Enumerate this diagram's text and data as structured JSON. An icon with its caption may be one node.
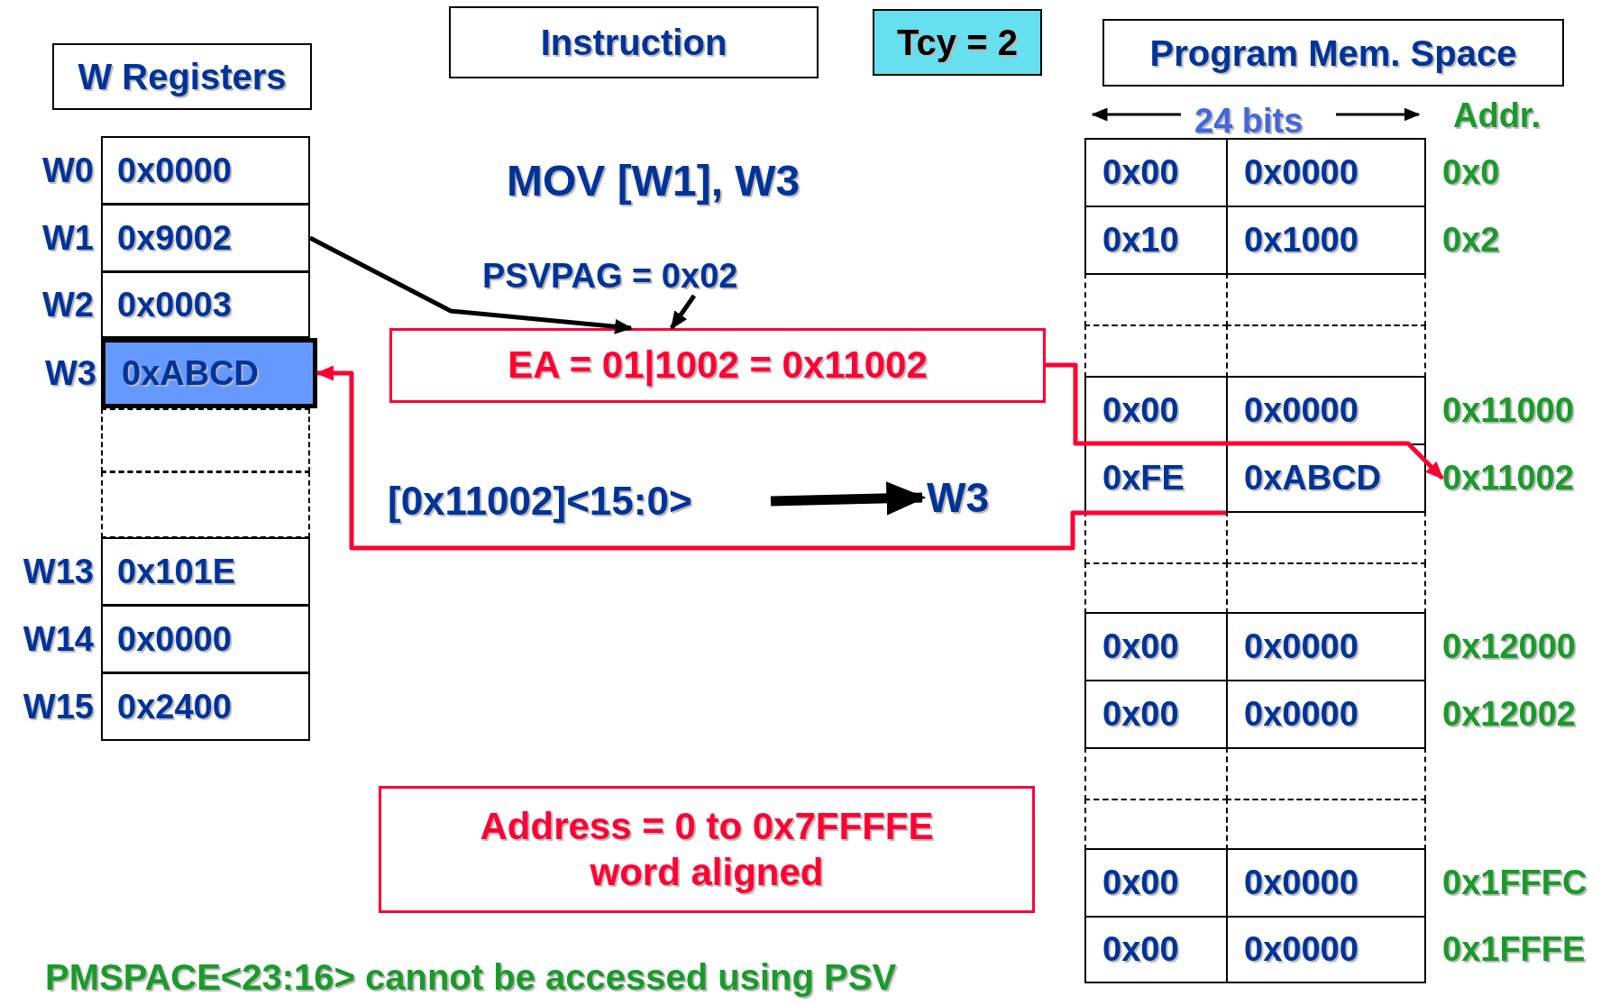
{
  "diagram": {
    "nodes": [
      {
        "text": [
          "W Registers"
        ]
      },
      {
        "text": [
          "Instruction"
        ]
      },
      {
        "text": [
          "Tcy = 2"
        ]
      },
      {
        "text": [
          "Program Mem. Space"
        ]
      },
      {
        "text": [
          "0x0000"
        ],
        "beside": [
          "W0"
        ]
      },
      {
        "text": [
          "0x9002"
        ],
        "beside": [
          "W1"
        ]
      },
      {
        "text": [
          "0x0003"
        ],
        "beside": [
          "W2"
        ]
      },
      {
        "text": [
          "0xABCD"
        ],
        "beside": [
          "W3"
        ]
      },
      {
        "text": [],
        "shape": "box"
      },
      {
        "text": [],
        "shape": "box"
      },
      {
        "text": [
          "0x101E"
        ],
        "beside": [
          "W13"
        ]
      },
      {
        "text": [
          "0x0000"
        ],
        "beside": [
          "W14"
        ]
      },
      {
        "text": [
          "0x2400"
        ],
        "beside": [
          "W15"
        ]
      },
      {
        "text": [
          "PSVPAG = 0x02"
        ]
      },
      {
        "text": [
          "EA = 01|1002 = 0x11002"
        ]
      },
      {
        "text": [
          "[0x11002]<15:0>"
        ]
      },
      {
        "text": [
          "W3"
        ]
      },
      {
        "text": [
          "Address = 0 to 0x7FFFFE word aligned"
        ]
      },
      {
        "text": [
          "0x00"
        ]
      },
      {
        "text": [
          "0x0000"
        ]
      },
      {
        "text": [
          "0x0"
        ]
      },
      {
        "text": [
          "0x10"
        ]
      },
      {
        "text": [
          "0x1000"
        ]
      },
      {
        "text": [
          "0x2"
        ]
      },
      {
        "text": [],
        "shape": "box"
      },
      {
        "text": [],
        "shape": "box"
      },
      {
        "text": [],
        "shape": "box"
      },
      {
        "text": [],
        "shape": "box"
      },
      {
        "text": [
          "0x00"
        ]
      },
      {
        "text": [
          "0x0000"
        ]
      },
      {
        "text": [
          "0x11000"
        ]
      },
      {
        "text": [
          "0xFE"
        ]
      },
      {
        "text": [
          "0xABCD"
        ]
      },
      {
        "text": [
          "0x11002"
        ]
      },
      {
        "text": [],
        "shape": "box"
      },
      {
        "text": [],
        "shape": "box"
      },
      {
        "text": [],
        "shape": "box"
      },
      {
        "text": [],
        "shape": "box"
      },
      {
        "text": [
          "0x00"
        ]
      },
      {
        "text": [
          "0x0000"
        ]
      },
      {
        "text": [
          "0x12000"
        ]
      },
      {
        "text": [
          "0x00"
        ]
      },
      {
        "text": [
          "0x0000"
        ]
      },
      {
        "text": [
          "0x12002"
        ]
      },
      {
        "text": [],
        "shape": "box"
      },
      {
        "text": [],
        "shape": "box"
      },
      {
        "text": [],
        "shape": "box"
      },
      {
        "text": [],
        "shape": "box"
      },
      {
        "text": [
          "0x00"
        ]
      },
      {
        "text": [
          "0x0000"
        ]
      },
      {
        "text": [
          "0x1FFFC"
        ]
      },
      {
        "text": [
          "0x00"
        ]
      },
      {
        "text": [
          "0x0000"
        ]
      },
      {
        "text": [
          "0x1FFFE"
        ]
      }
    ],
    "edges": [
      {
        "from": 5,
        "to": 14,
        "arrow": "to"
      },
      {
        "from": 13,
        "to": 14,
        "arrow": "to"
      },
      {
        "from": 14,
        "to": 33,
        "arrow": "to",
        "color": "#ff0033"
      },
      {
        "from": 32,
        "to": 7,
        "arrow": "to",
        "color": "#ff0033"
      },
      {
        "from": 15,
        "to": 16,
        "arrow": "to",
        "style": "thick"
      }
    ],
    "labels": [
      "24 bits",
      "Addr.",
      "MOV [W1], W3",
      "PMSPACE<23:16> cannot be accessed using PSV"
    ]
  }
}
